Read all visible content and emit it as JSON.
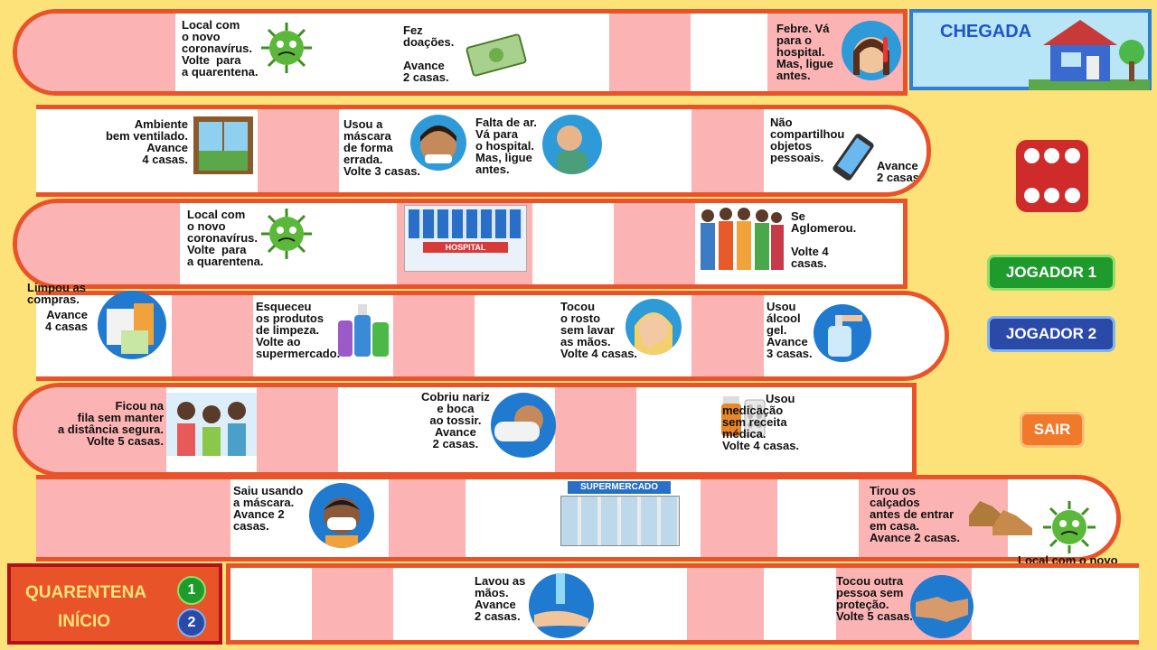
{
  "finish_label": "CHEGADA",
  "buttons": {
    "player1": "JOGADOR 1",
    "player2": "JOGADOR 2",
    "exit": "SAIR"
  },
  "start_box": {
    "quarantine": "QUARENTENA",
    "start": "INÍCIO",
    "badge1": "1",
    "badge2": "2"
  },
  "squares": {
    "s1": "Local com\no novo\ncoronavírus.\nVolte  para\na quarentena.",
    "s2": "Fez\ndoações.\n\nAvance\n2 casas.",
    "s3": "Febre. Vá\npara o\nhospital.\nMas, ligue\nantes.",
    "s4": "Ambiente\nbem ventilado.\nAvance\n4 casas.",
    "s5": "Usou a\nmáscara\nde forma\nerrada.\nVolte 3 casas.",
    "s6": "Falta de ar.\nVá para\no hospital.\nMas, ligue\nantes.",
    "s7": "Não\ncompartilhou\nobjetos\npessoais.",
    "s7b": "Avance\n2 casas.",
    "s8": "Local com\no novo\ncoronavírus.\nVolte  para\na quarentena.",
    "s9": "HOSPITAL",
    "s10": "Se\nAglomerou.\n\nVolte 4\ncasas.",
    "s11": "Limpou as\ncompras.",
    "s11b": "Avance\n4 casas",
    "s12": "Esqueceu\nos produtos\nde limpeza.\nVolte ao\nsupermercado.",
    "s13": "Tocou\no rosto\nsem lavar\nas mãos.\nVolte 4 casas.",
    "s14": "Usou\nálcool\ngel.\nAvance\n3 casas.",
    "s15": "Ficou na\nfila sem manter\na distância segura.\nVolte 5 casas.",
    "s16": "Cobriu nariz\ne boca\nao tossir.\nAvance\n2 casas.",
    "s17": "Usou\nmedicação\nsem receita\nmédica.\nVolte 4 casas.",
    "s18": "Saiu usando\na máscara.\nAvance 2\ncasas.",
    "s19": "SUPERMERCADO",
    "s20": "Tirou os\ncalçados\nantes de entrar\nem casa.\nAvance 2 casas.",
    "s21": "Local com o novo\ncoronavírus.\nVolte  para a\nquarentena.",
    "s22": "Lavou as\nmãos.\nAvance\n2 casas.",
    "s23": "Tocou outra\npessoa sem\nproteção.\nVolte 5 casas."
  },
  "colors": {
    "track": "#e8532a",
    "pink": "#fbb3b3",
    "background": "#fde27a",
    "p1": "#1f9b2e",
    "p2": "#2b4aa8",
    "exit": "#f07a2a"
  }
}
